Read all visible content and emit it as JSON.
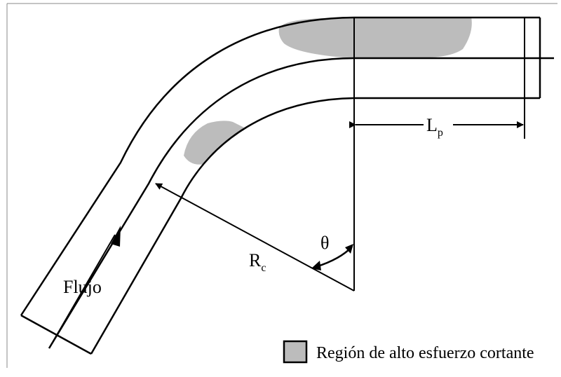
{
  "labels": {
    "flow": "Flujo",
    "angle": "θ",
    "radius_main": "R",
    "radius_sub": "c",
    "length_main": "L",
    "length_sub": "p"
  },
  "legend": {
    "text": "Región de alto esfuerzo cortante"
  },
  "colors": {
    "stroke": "#000000",
    "shear_region": "#bcbcbc",
    "background": "#ffffff"
  }
}
